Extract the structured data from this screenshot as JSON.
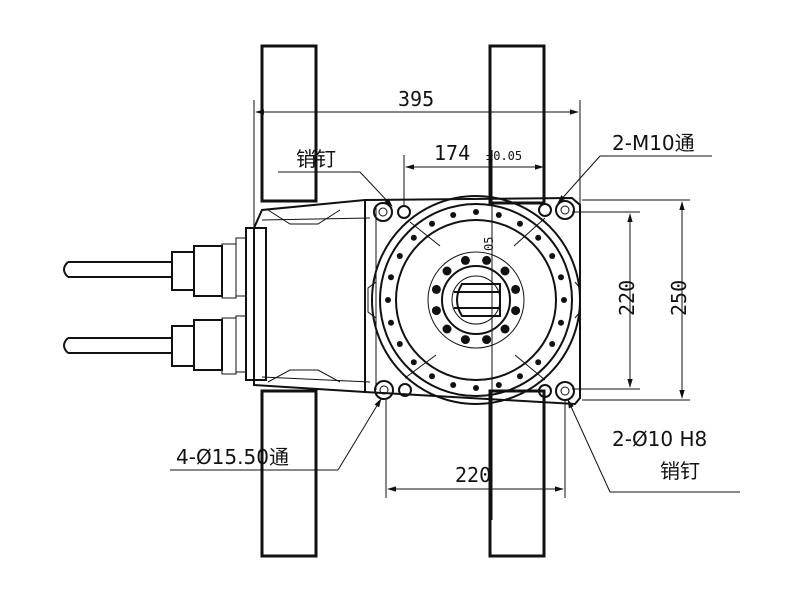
{
  "dimensions": {
    "overall_width": "395",
    "hole_spacing": "174",
    "hole_tolerance": "±0.05",
    "inner_height": "220",
    "outer_height": "250",
    "bottom_width": "220",
    "center_mark": "05"
  },
  "callouts": {
    "pin_top": "销钉",
    "thread_holes": "2-M10通",
    "through_holes": "4-Ø15.50通",
    "pin_holes": "2-Ø10 H8",
    "pin_bottom": "销钉"
  }
}
